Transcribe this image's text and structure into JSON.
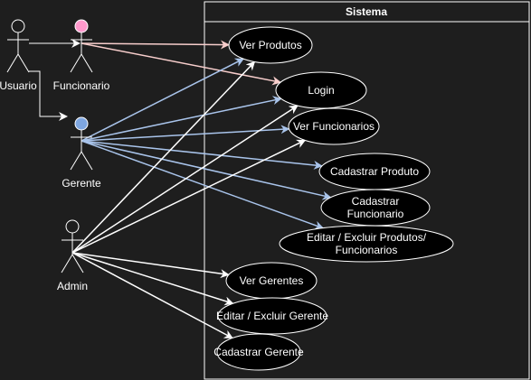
{
  "diagram": {
    "system_title": "Sistema",
    "colors": {
      "background": "#1e1e1e",
      "line": "#ffffff",
      "funcionario_accent": "#ff99cc",
      "gerente_accent": "#7ea6e0",
      "funcionario_edge": "#f8cecc",
      "gerente_edge": "#a9c4eb"
    },
    "actors": [
      {
        "id": "usuario",
        "label": "Usuario"
      },
      {
        "id": "funcionario",
        "label": "Funcionario"
      },
      {
        "id": "gerente",
        "label": "Gerente"
      },
      {
        "id": "admin",
        "label": "Admin"
      }
    ],
    "use_cases": [
      {
        "id": "ver_produtos",
        "label": [
          "Ver Produtos"
        ]
      },
      {
        "id": "login",
        "label": [
          "Login"
        ]
      },
      {
        "id": "ver_funcionarios",
        "label": [
          "Ver Funcionarios"
        ]
      },
      {
        "id": "cadastrar_produto",
        "label": [
          "Cadastrar Produto"
        ]
      },
      {
        "id": "cadastrar_funcionario",
        "label": [
          "Cadastrar",
          "Funcionario"
        ]
      },
      {
        "id": "editar_excluir_produtos",
        "label": [
          "Editar / Excluir Produtos/",
          "Funcionarios"
        ]
      },
      {
        "id": "ver_gerentes",
        "label": [
          "Ver Gerentes"
        ]
      },
      {
        "id": "editar_excluir_gerente",
        "label": [
          "Editar / Excluir Gerente"
        ]
      },
      {
        "id": "cadastrar_gerente",
        "label": [
          "Cadastrar Gerente"
        ]
      }
    ],
    "generalizations": [
      {
        "from": "usuario",
        "to": "funcionario"
      },
      {
        "from": "usuario",
        "to": "gerente"
      }
    ],
    "associations": [
      {
        "from": "funcionario",
        "to": "ver_produtos",
        "style": "funcionario"
      },
      {
        "from": "funcionario",
        "to": "login",
        "style": "funcionario"
      },
      {
        "from": "gerente",
        "to": "ver_produtos",
        "style": "gerente"
      },
      {
        "from": "gerente",
        "to": "login",
        "style": "gerente"
      },
      {
        "from": "gerente",
        "to": "ver_funcionarios",
        "style": "gerente"
      },
      {
        "from": "gerente",
        "to": "cadastrar_produto",
        "style": "gerente"
      },
      {
        "from": "gerente",
        "to": "cadastrar_funcionario",
        "style": "gerente"
      },
      {
        "from": "gerente",
        "to": "editar_excluir_produtos",
        "style": "gerente"
      },
      {
        "from": "admin",
        "to": "ver_produtos",
        "style": "admin"
      },
      {
        "from": "admin",
        "to": "login",
        "style": "admin"
      },
      {
        "from": "admin",
        "to": "ver_funcionarios",
        "style": "admin"
      },
      {
        "from": "admin",
        "to": "ver_gerentes",
        "style": "admin"
      },
      {
        "from": "admin",
        "to": "editar_excluir_gerente",
        "style": "admin"
      },
      {
        "from": "admin",
        "to": "cadastrar_gerente",
        "style": "admin"
      }
    ]
  }
}
